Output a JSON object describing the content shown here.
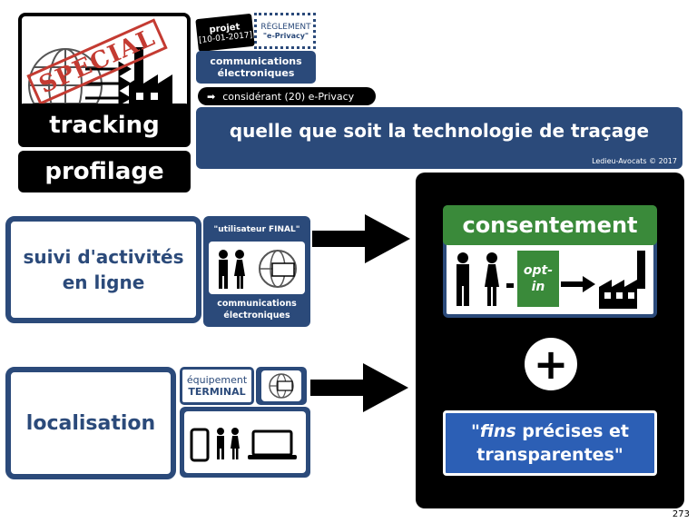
{
  "header": {
    "special_stamp": "SPECIAL",
    "badge_projet": "projet",
    "badge_date": "[10-01-2017]",
    "badge_reglement": "RÈGLEMENT",
    "badge_eprivacy": "\"e-Privacy\"",
    "comm_electroniques": "communications électroniques",
    "considerant": "considérant (20) e-Privacy",
    "banner_text": "quelle que soit la technologie de traçage",
    "copyright": "Ledieu-Avocats © 2017"
  },
  "left_labels": {
    "tracking": "tracking",
    "profilage": "profilage"
  },
  "row1": {
    "title": "suivi d'activités en ligne",
    "user_tag": "\"utilisateur FINAL\"",
    "comm": "communications électroniques"
  },
  "row2": {
    "title": "localisation",
    "equip_line1": "équipement",
    "equip_line2": "TERMINAL"
  },
  "right_panel": {
    "consent": "consentement",
    "optin": "opt-in",
    "plus": "+",
    "fins_italic": "\"fins",
    "fins_rest": "précises et",
    "fins_line2": "transparentes\""
  },
  "page_number": "273",
  "colors": {
    "navy": "#2b4a7a",
    "green": "#3a8a3a",
    "blue": "#2c5fb5",
    "black": "#000000"
  }
}
